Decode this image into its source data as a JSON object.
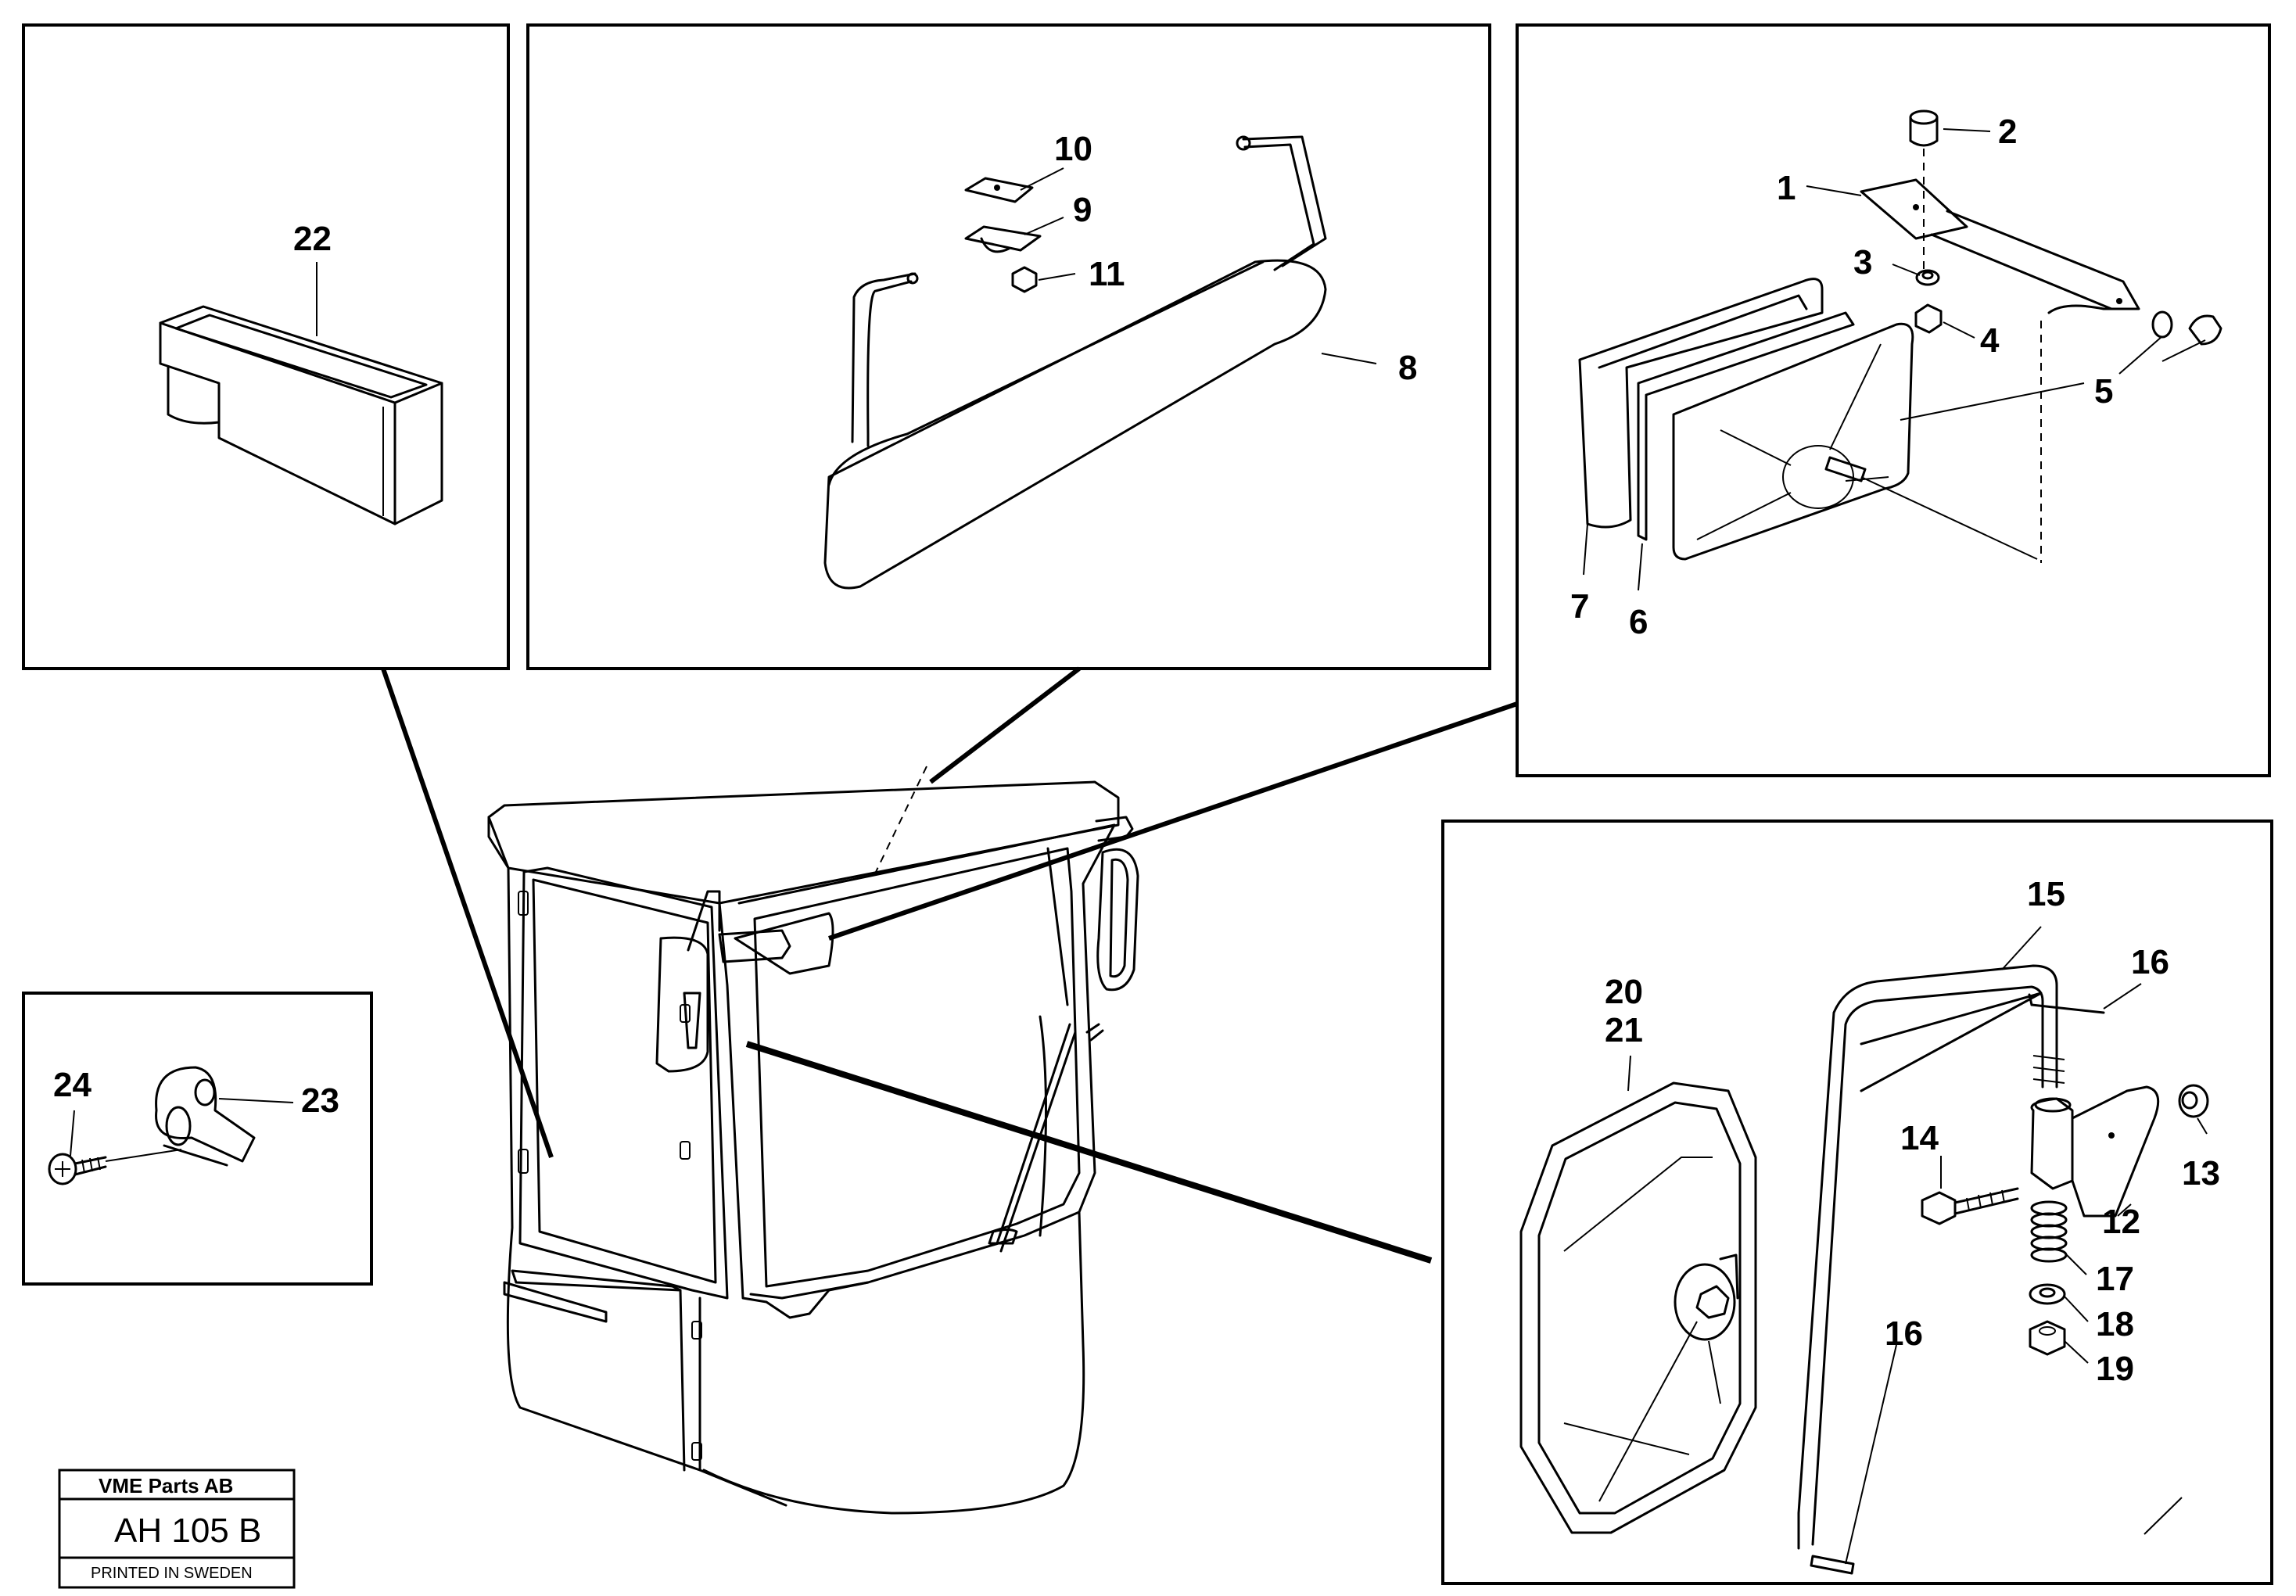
{
  "callouts": {
    "c1": "1",
    "c2": "2",
    "c3": "3",
    "c4": "4",
    "c5": "5",
    "c6": "6",
    "c7": "7",
    "c8": "8",
    "c9": "9",
    "c10": "10",
    "c11": "11",
    "c12": "12",
    "c13": "13",
    "c14": "14",
    "c15": "15",
    "c16": "16",
    "c17": "17",
    "c18": "18",
    "c19": "19",
    "c20": "20",
    "c21": "21",
    "c22": "22",
    "c23": "23",
    "c24": "24"
  },
  "title_block": {
    "company": "VME Parts AB",
    "drawing_no": "AH 105 B",
    "printed": "PRINTED IN SWEDEN"
  }
}
